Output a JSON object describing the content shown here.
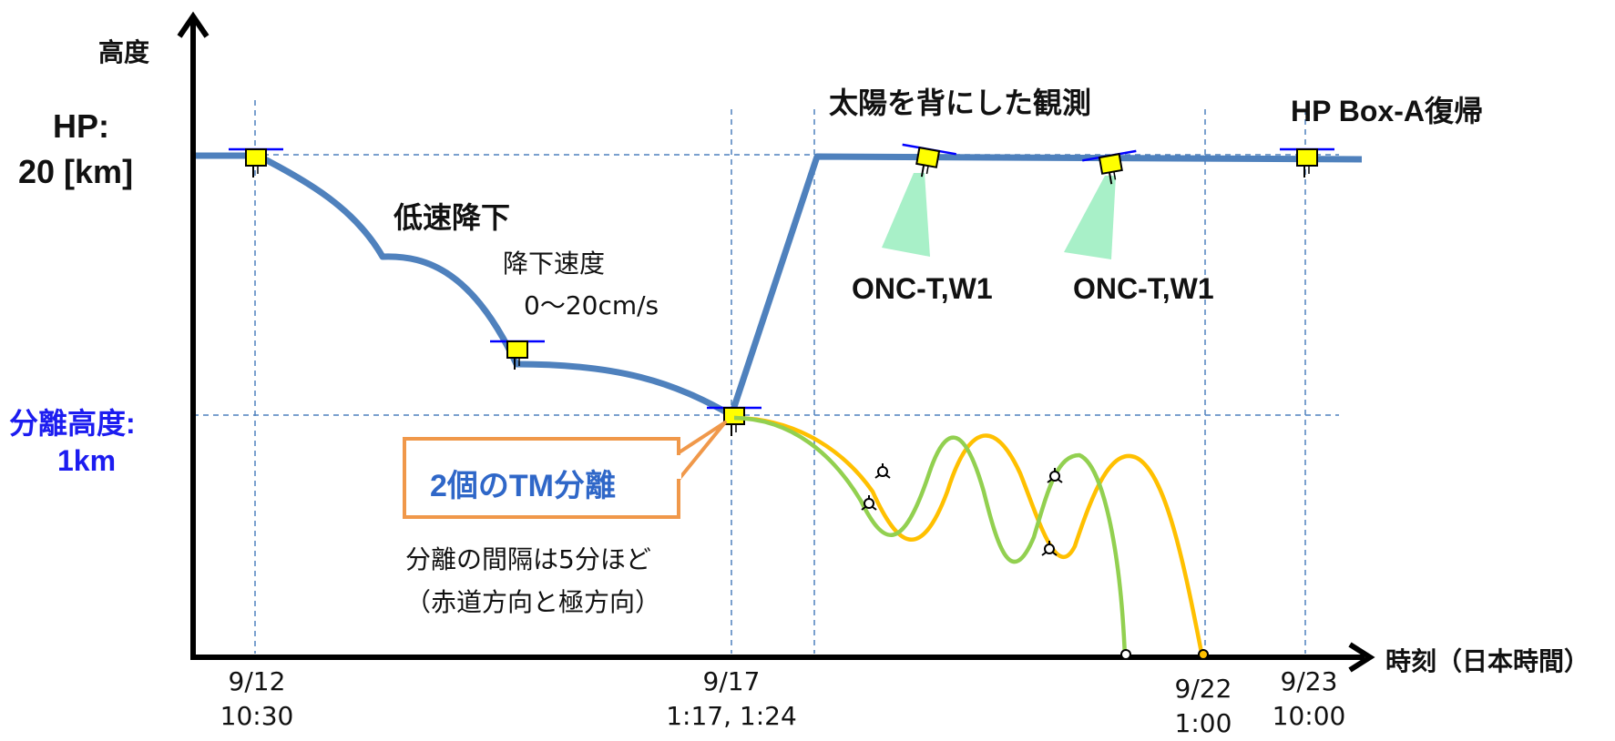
{
  "axis": {
    "y_label": "高度",
    "x_label": "時刻（日本時間）",
    "hp_label_1": "HP:",
    "hp_label_2": "20 [km]",
    "sep_label_1": "分離高度:",
    "sep_label_2": "1km"
  },
  "ticks": [
    {
      "date": "9/12",
      "time": "10:30"
    },
    {
      "date": "9/17",
      "time": "1:17, 1:24"
    },
    {
      "date": "9/22",
      "time": "1:00"
    },
    {
      "date": "9/23",
      "time": "10:00"
    }
  ],
  "annotations": {
    "slow_descent": "低速降下",
    "descent_speed_1": "降下速度",
    "descent_speed_2": "0～20cm/s",
    "sun_behind": "太陽を背にした観測",
    "hp_return": "HP Box-A復帰",
    "onc_1": "ONC-T,W1",
    "onc_2": "ONC-T,W1",
    "tm_separation": "2個のTM分離",
    "interval_1": "分離の間隔は5分ほど",
    "interval_2": "（赤道方向と極方向）"
  },
  "colors": {
    "spacecraft_path": "#4f81bd",
    "guide_lines": "#4f81bd",
    "tm_green": "#92d050",
    "tm_orange": "#ffc000",
    "callout_border": "#f0984a",
    "callout_text": "#2f67c8",
    "separation_label": "#1c1cf0",
    "observation_cone": "#a8f0c8",
    "spacecraft_body": "#ffff00"
  },
  "icons": [
    "spacecraft-icon",
    "target-marker-icon",
    "observation-cone"
  ]
}
